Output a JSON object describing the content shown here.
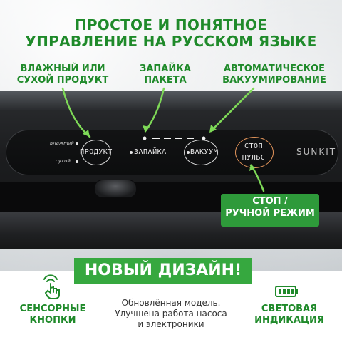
{
  "headline": {
    "line1": "ПРОСТОЕ И ПОНЯТНОЕ",
    "line2": "УПРАВЛЕНИЕ НА РУССКОМ ЯЗЫКЕ"
  },
  "callouts": {
    "product": {
      "line1": "ВЛАЖНЫЙ ИЛИ",
      "line2": "СУХОЙ ПРОДУКТ"
    },
    "seal": {
      "line1": "ЗАПАЙКА",
      "line2": "ПАКЕТА"
    },
    "auto": {
      "line1": "АВТОМАТИЧЕСКОЕ",
      "line2": "ВАКУУМИРОВАНИЕ"
    },
    "stop": {
      "line1": "СТОП /",
      "line2": "РУЧНОЙ РЕЖИМ"
    }
  },
  "panel": {
    "moist": "влажный",
    "dry": "сухой",
    "product_button": "ПРОДУКТ",
    "seal_button": "ЗАПАЙКА",
    "vacuum_button": "ВАКУУМ",
    "stop_line1": "СТОП",
    "stop_line2": "ПУЛЬС",
    "brand": "SUNKIT"
  },
  "banner": "НОВЫЙ ДИЗАЙН!",
  "features": {
    "touch": {
      "line1": "СЕНСОРНЫЕ",
      "line2": "КНОПКИ"
    },
    "model": {
      "line1": "Обновлённая модель.",
      "line2": "Улучшена работа насоса",
      "line3": "и электроники"
    },
    "light": {
      "line1": "СВЕТОВАЯ",
      "line2": "ИНДИКАЦИЯ"
    }
  },
  "colors": {
    "accent_green": "#36a83f",
    "text_green": "#1f8a2a",
    "stop_ring": "#e0935a"
  }
}
